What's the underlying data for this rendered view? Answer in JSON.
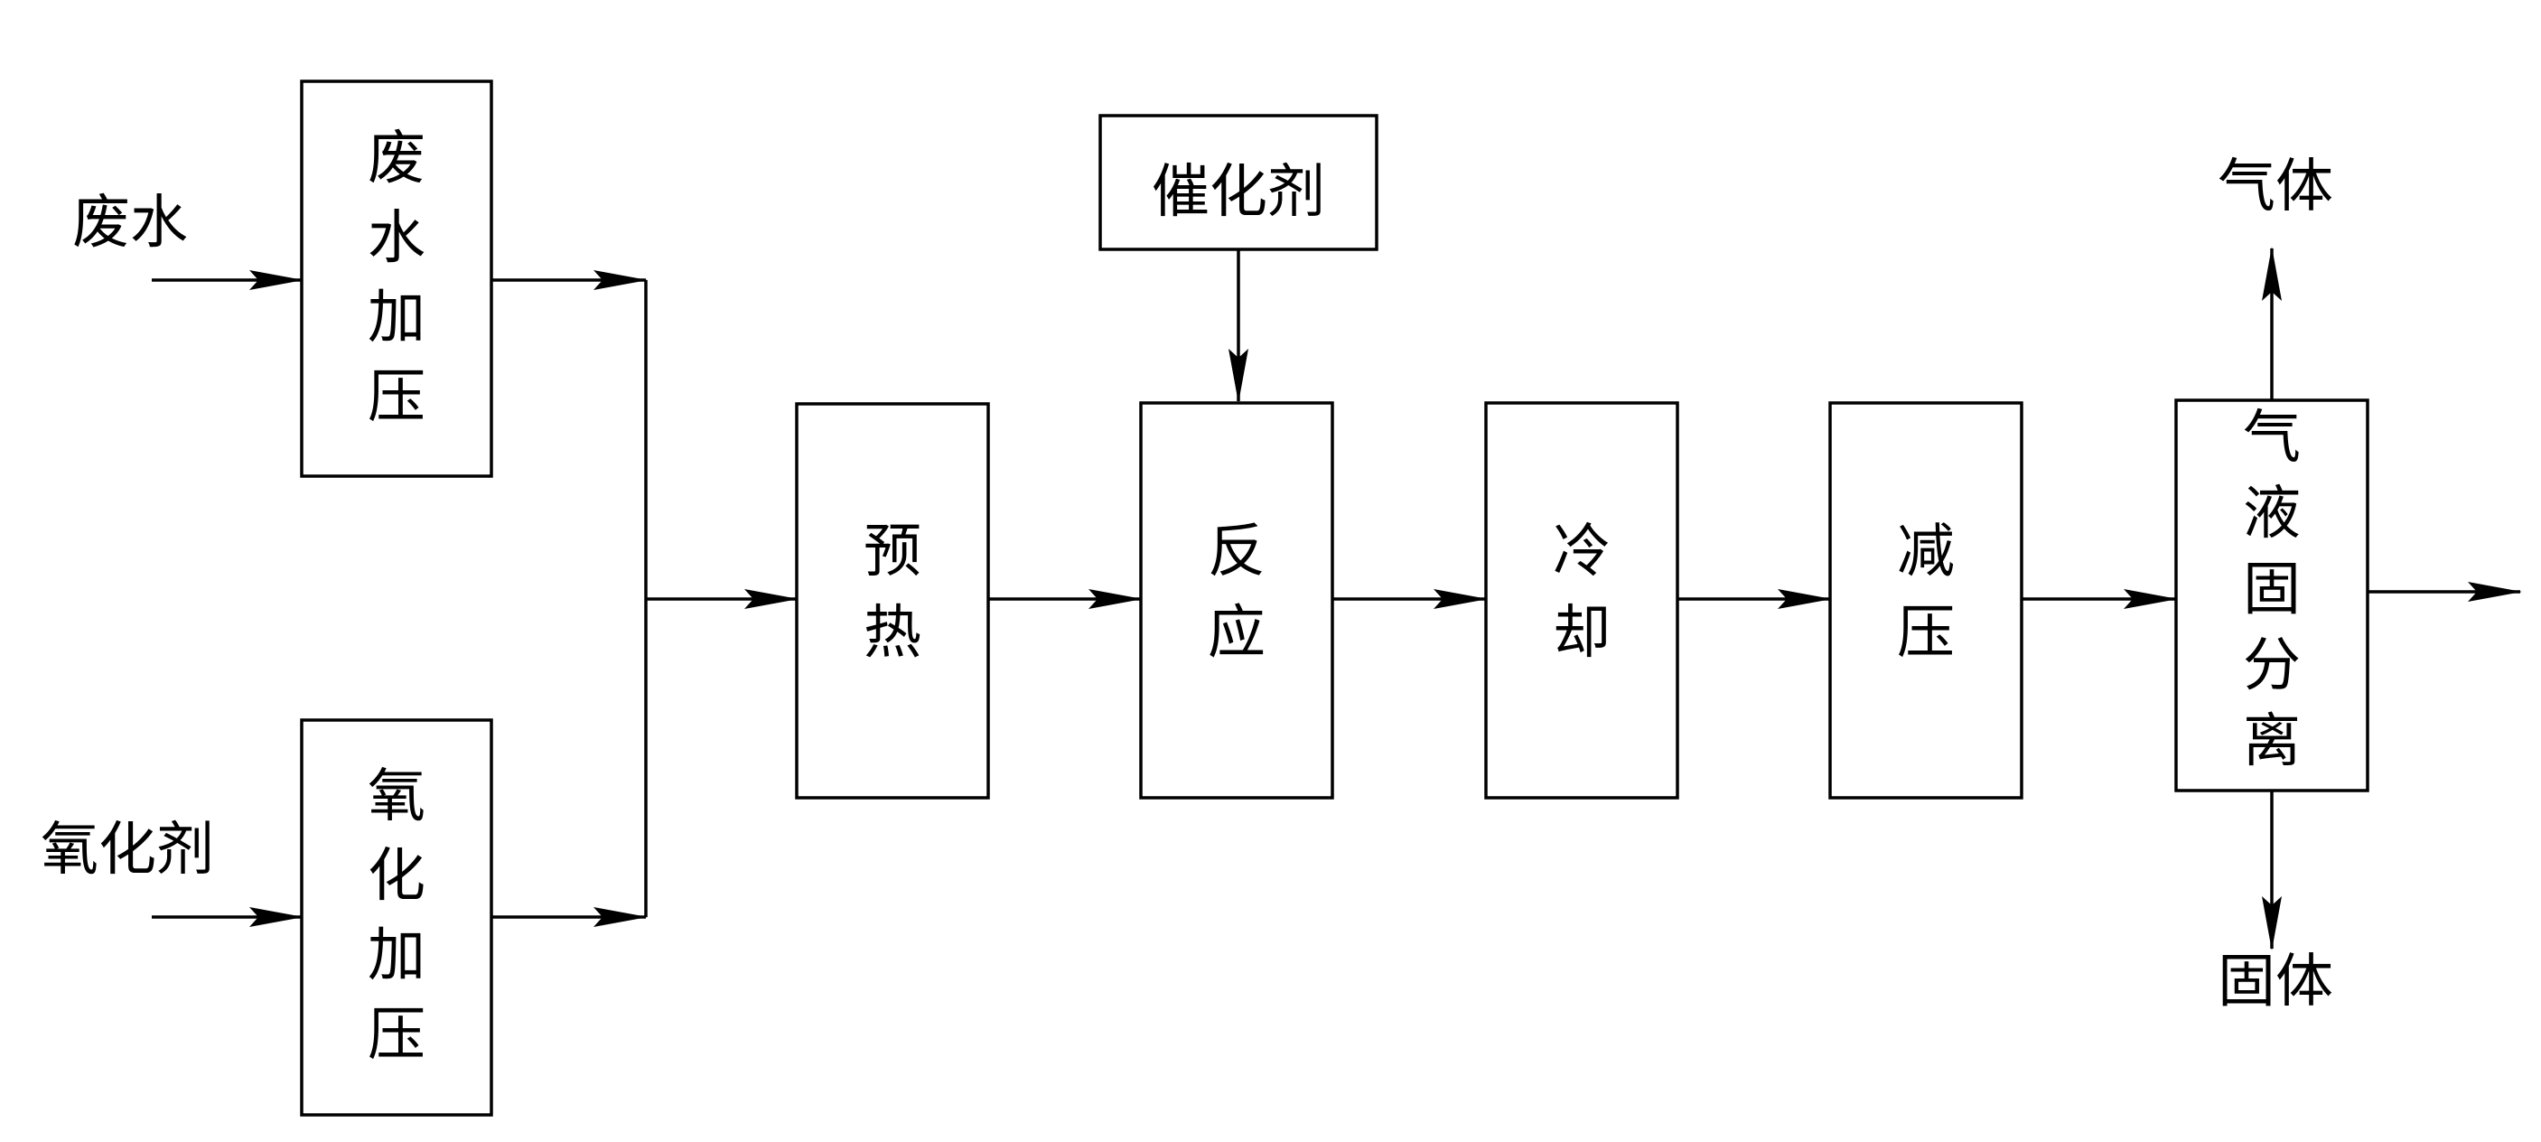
{
  "inputs": {
    "wastewater": "废水",
    "oxidant": "氧化剂",
    "catalyst": "催化剂"
  },
  "steps": {
    "wastewater_pressurize": [
      "废",
      "水",
      "加",
      "压"
    ],
    "oxidant_pressurize": [
      "氧",
      "化",
      "加",
      "压"
    ],
    "preheat": [
      "预",
      "热"
    ],
    "reaction": [
      "反",
      "应"
    ],
    "cooling": [
      "冷",
      "却"
    ],
    "depressurize": [
      "减",
      "压"
    ],
    "separation": [
      "气",
      "液",
      "固",
      "分",
      "离"
    ]
  },
  "outputs": {
    "gas": "气体",
    "solid": "固体"
  },
  "colors": {
    "line": "#000000",
    "background": "#ffffff"
  }
}
